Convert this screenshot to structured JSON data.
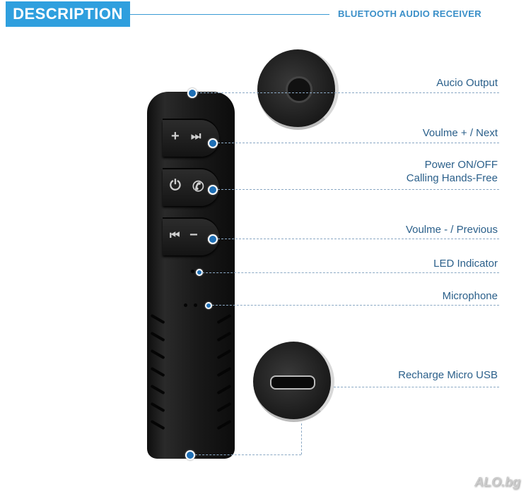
{
  "header": {
    "title": "DESCRIPTION",
    "subtitle": "BLUETOOTH AUDIO RECEIVER"
  },
  "accent_color": "#2f9fde",
  "device": {
    "buttons": [
      {
        "name": "volume-up-next",
        "icons": [
          "+",
          "⏭"
        ]
      },
      {
        "name": "power-call",
        "icons": [
          "⏻",
          "✆"
        ]
      },
      {
        "name": "volume-down-previous",
        "icons": [
          "⏮",
          "−"
        ]
      }
    ]
  },
  "callouts": [
    {
      "label": "Aucio Output"
    },
    {
      "label": "Voulme + / Next"
    },
    {
      "label_line1": "Power ON/OFF",
      "label_line2": "Calling Hands-Free"
    },
    {
      "label": "Voulme -  / Previous"
    },
    {
      "label": "LED Indicator"
    },
    {
      "label": "Microphone"
    },
    {
      "label": "Recharge Micro USB"
    }
  ],
  "watermark": "ALO.bg"
}
